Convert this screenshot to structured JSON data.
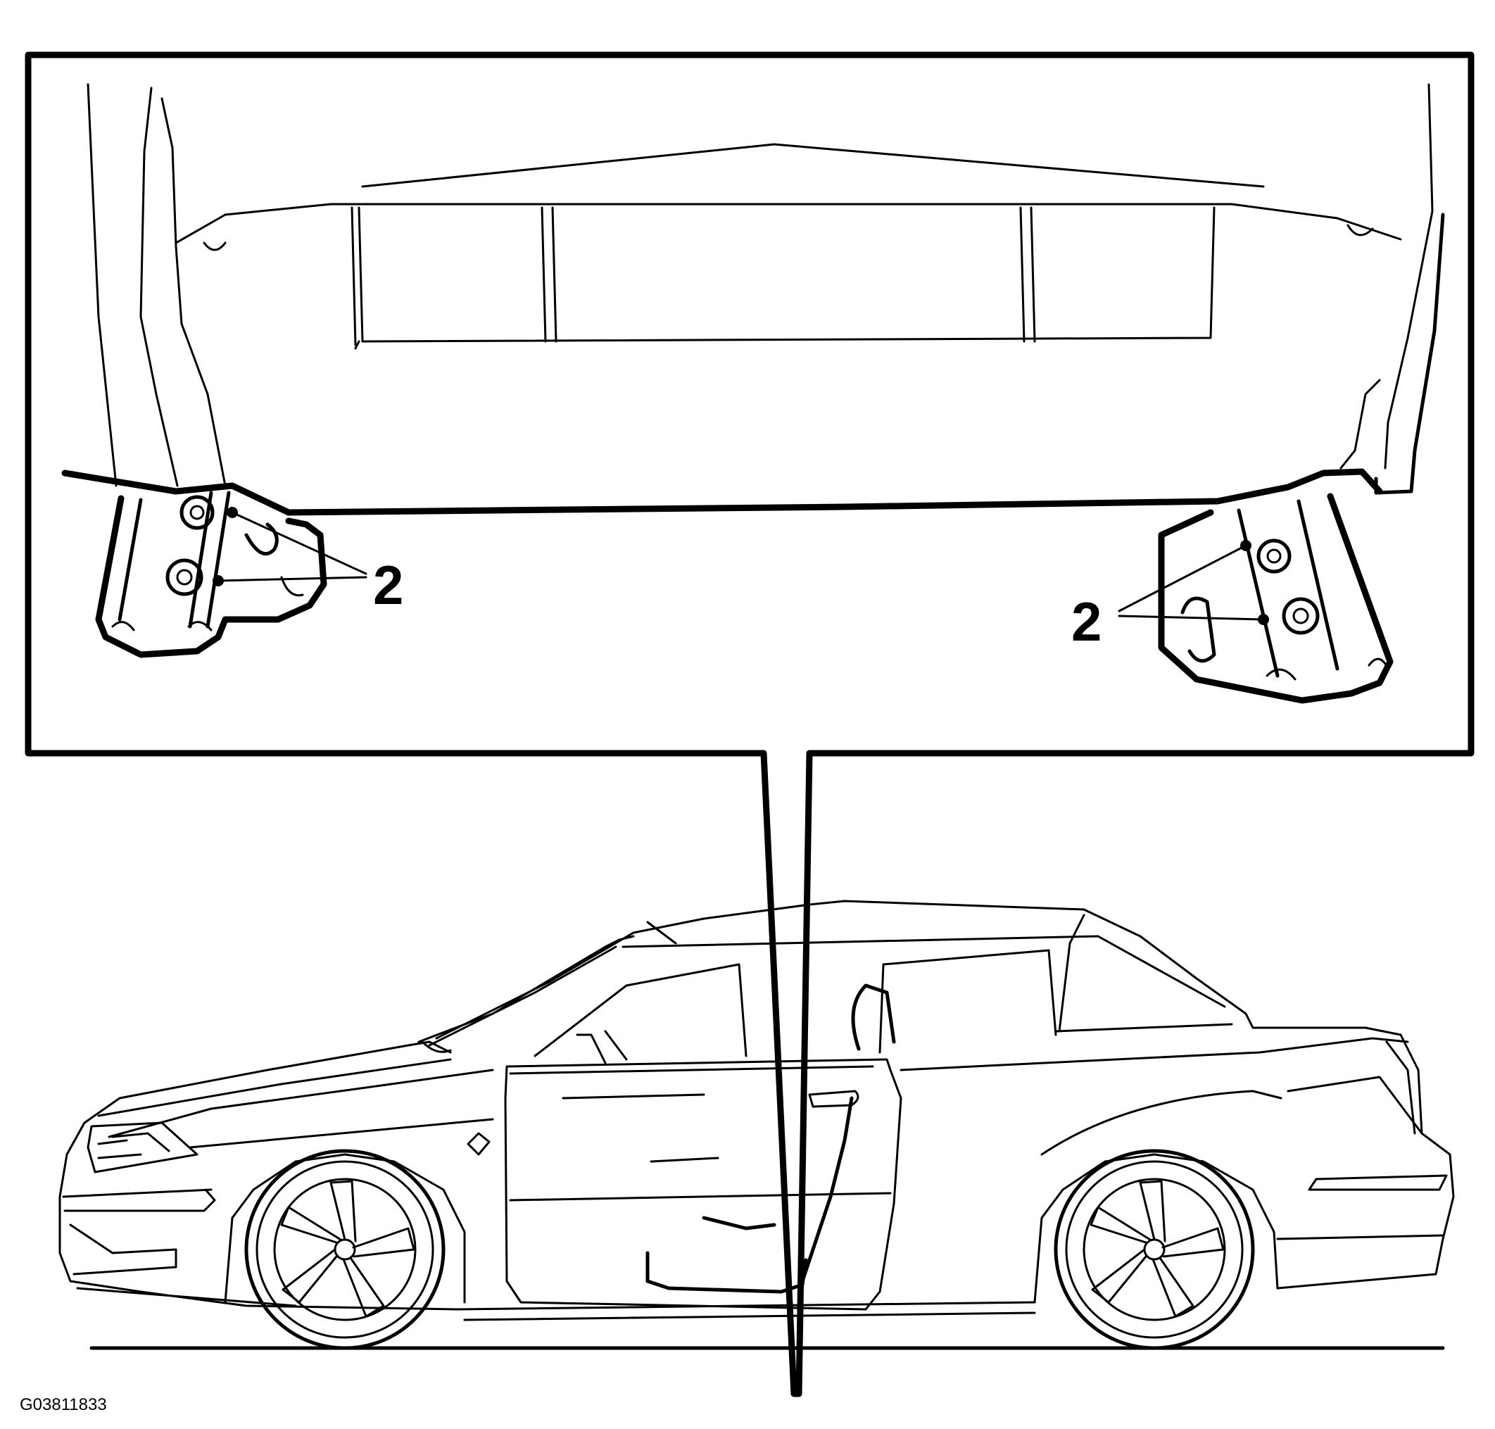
{
  "callouts": {
    "left": "2",
    "right": "2"
  },
  "figure_id": "G03811833",
  "colors": {
    "line": "#000000",
    "background": "#ffffff"
  }
}
